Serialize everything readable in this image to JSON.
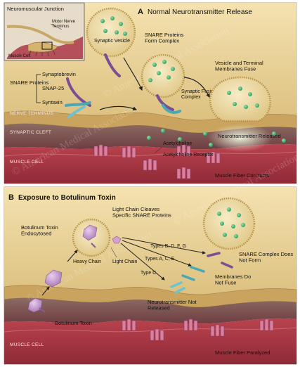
{
  "panel_a": {
    "letter": "A",
    "title": "Normal Neurotransmitter Release",
    "inset": {
      "title": "Neuromuscular Junction",
      "motor_nerve_terminus": "Motor Nerve Terminus",
      "muscle_cell": "Muscle Cell"
    },
    "snare_proteins": "SNARE Proteins",
    "synaptobrevin": "Synaptobrevin",
    "snap25": "SNAP-25",
    "syntaxin": "Syntaxin",
    "synaptic_vesicle": "Synaptic Vesicle",
    "snare_form_complex": "SNARE Proteins Form Complex",
    "vesicle_terminal_fuse": "Vesicle and Terminal Membranes Fuse",
    "synaptic_fusion_complex": "Synaptic Fusion Complex",
    "nerve_terminus": "NERVE TERMINUS",
    "synaptic_cleft": "SYNAPTIC CLEFT",
    "neurotransmitter_released": "Neurotransmitter Released",
    "acetylcholine": "Acetylcholine",
    "acetylcholine_receptor": "Acetylcholine Receptor",
    "muscle_cell_label": "MUSCLE CELL",
    "muscle_fiber_contracts": "Muscle Fiber Contracts"
  },
  "panel_b": {
    "letter": "B",
    "title": "Exposure to Botulinum Toxin",
    "toxin_endocytosed": "Botulinum Toxin Endocytosed",
    "light_chain_cleaves": "Light Chain Cleaves Specific SNARE Proteins",
    "types_bdfg": "Types B, D, F, G",
    "types_ace": "Types A, C, E",
    "type_c": "Type C",
    "heavy_chain": "Heavy Chain",
    "light_chain": "Light Chain",
    "snare_not_form": "SNARE Complex Does Not Form",
    "membranes_not_fuse": "Membranes Do Not Fuse",
    "botulinum_toxin": "Botulinum Toxin",
    "neurotransmitter_not_released": "Neurotransmitter Not Released",
    "muscle_cell_label": "MUSCLE CELL",
    "muscle_fiber_paralyzed": "Muscle Fiber Paralyzed"
  },
  "watermark": "© American Medical Association",
  "colors": {
    "nerve_fill": "#e8d39a",
    "nerve_membrane": "#c9a55a",
    "muscle_fill": "#a23a45",
    "acetylcholine": "#3fae6e",
    "receptor": "#d97fa0",
    "toxin": "#b78ac0",
    "synaptobrevin": "#7a4e94",
    "snap25": "#4aa8b4"
  }
}
